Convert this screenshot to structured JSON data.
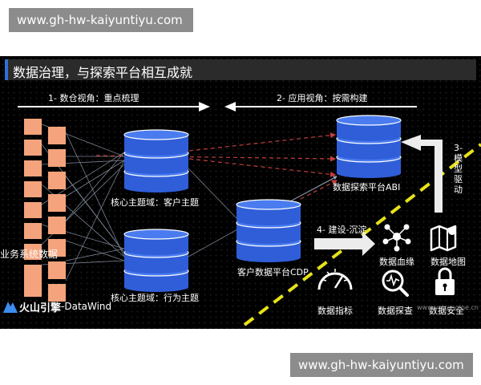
{
  "watermark": {
    "top_text": "www.gh-hw-kaiyuntiyu.com",
    "bottom_text": "www.gh-hw-kaiyuntiyu.com"
  },
  "slide": {
    "title": "数据治理，与探索平台相互成就",
    "arrow_left_label": "1- 数仓视角：重点梳理",
    "arrow_right_label": "2- 应用视角：按需构建",
    "business_data_label": "业务系统数据",
    "core_customer_label": "核心主题域：客户主题",
    "core_behavior_label": "核心主题域：行为主题",
    "cdp_label": "客户数据平台CDP",
    "abi_label": "数据探索平台ABI",
    "build_label": "4- 建设-沉淀",
    "model_driven_label": "3-\n模\n型\n驱\n动",
    "tools": [
      {
        "label": "数据血缘",
        "icon": "lineage-icon"
      },
      {
        "label": "数据地图",
        "icon": "map-icon"
      },
      {
        "label": "数据指标",
        "icon": "gauge-icon"
      },
      {
        "label": "数据探查",
        "icon": "magnifier-icon"
      },
      {
        "label": "数据安全",
        "icon": "lock-icon"
      }
    ],
    "brand_main": "火山引擎",
    "brand_sub": "-DataWind",
    "inner_watermark": "www.volcengine.cn"
  },
  "colors": {
    "orange_block": "#f4a37c",
    "db_blue": "#2f5ed8",
    "db_top": "#4a7cf0",
    "arrow_gray": "#e8e8e8",
    "dashed_red": "#c33f3f",
    "yellow_dash": "#e6e21a"
  }
}
